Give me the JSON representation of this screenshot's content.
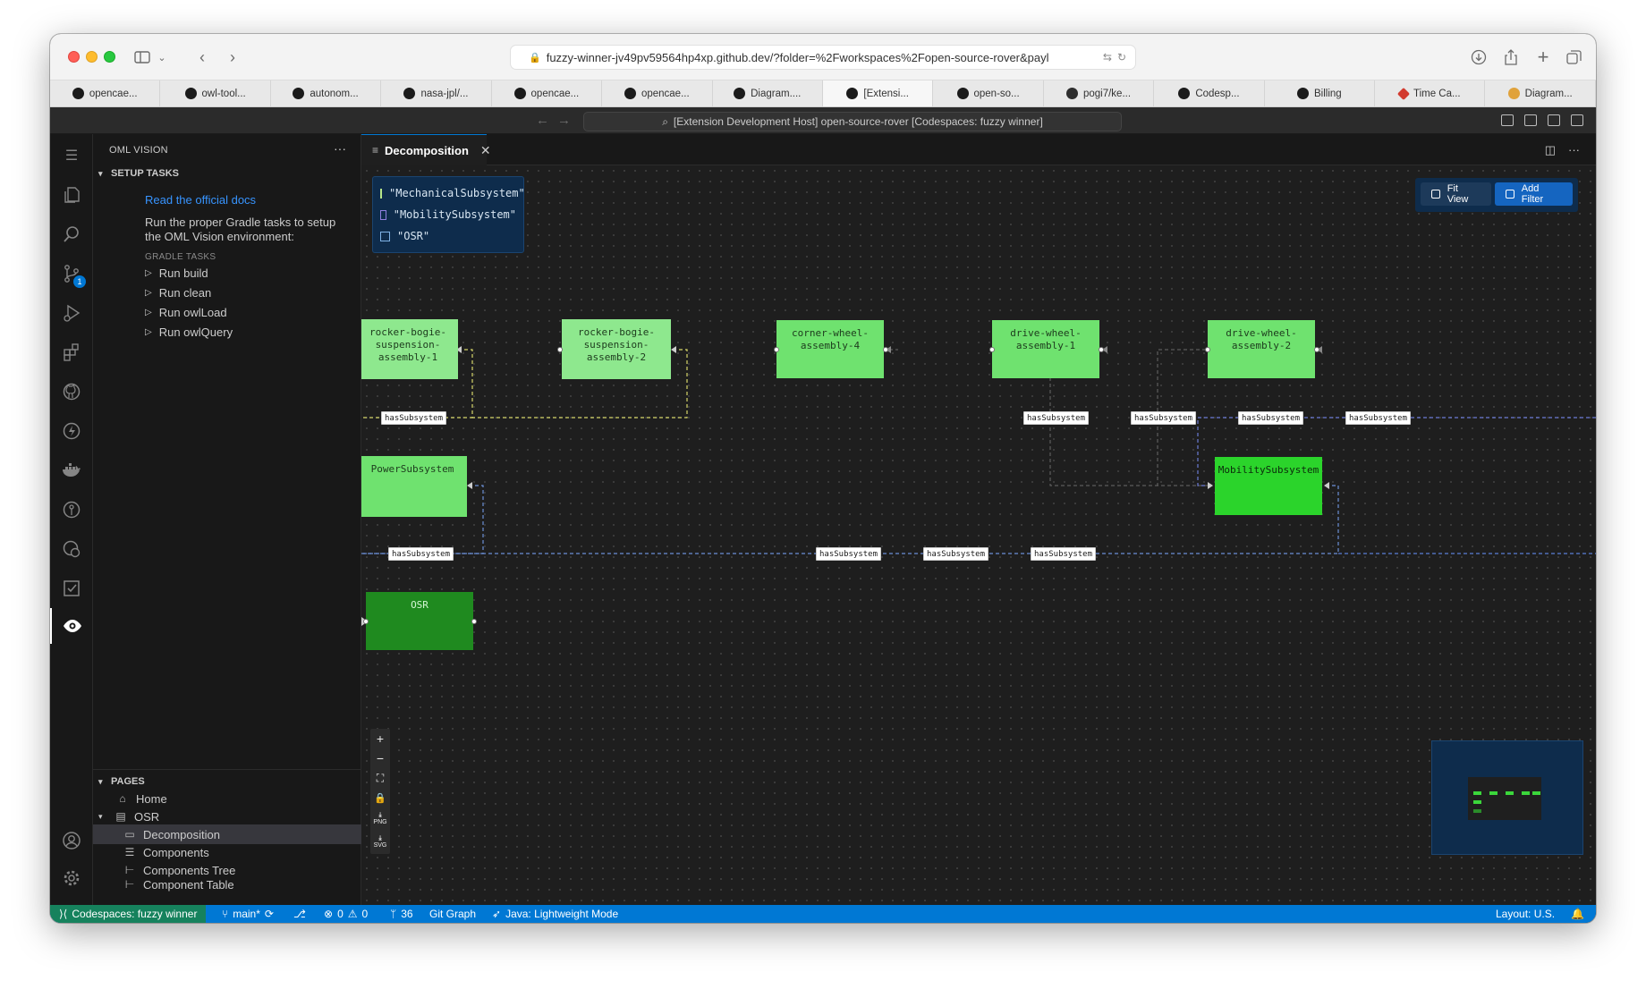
{
  "browser": {
    "url": "fuzzy-winner-jv49pv59564hp4xp.github.dev/?folder=%2Fworkspaces%2Fopen-source-rover&payl",
    "tabs": [
      {
        "label": "opencae...",
        "icon": "github"
      },
      {
        "label": "owl-tool...",
        "icon": "github"
      },
      {
        "label": "autonom...",
        "icon": "github"
      },
      {
        "label": "nasa-jpl/...",
        "icon": "github"
      },
      {
        "label": "opencae...",
        "icon": "github"
      },
      {
        "label": "opencae...",
        "icon": "github"
      },
      {
        "label": "Diagram....",
        "icon": "github"
      },
      {
        "label": "[Extensi...",
        "icon": "github",
        "active": true
      },
      {
        "label": "open-so...",
        "icon": "github"
      },
      {
        "label": "pogi7/ke...",
        "icon": "codespaces"
      },
      {
        "label": "Codesp...",
        "icon": "github"
      },
      {
        "label": "Billing",
        "icon": "github"
      },
      {
        "label": "Time Ca...",
        "icon": "red-diamond"
      },
      {
        "label": "Diagram...",
        "icon": "eye"
      }
    ]
  },
  "vscode": {
    "command_center": "[Extension Development Host] open-source-rover [Codespaces: fuzzy winner]",
    "activity_badge": "1"
  },
  "sidebar": {
    "title": "OML VISION",
    "setup_tasks_label": "SETUP TASKS",
    "docs_link": "Read the official docs",
    "setup_text": "Run the proper Gradle tasks to setup the OML Vision environment:",
    "gradle_label": "GRADLE TASKS",
    "tasks": [
      "Run build",
      "Run clean",
      "Run owlLoad",
      "Run owlQuery"
    ],
    "pages_label": "PAGES",
    "pages": {
      "home": "Home",
      "osr": "OSR",
      "decomposition": "Decomposition",
      "components": "Components",
      "components_tree": "Components Tree",
      "component_table": "Component Table"
    }
  },
  "editor": {
    "tab_label": "Decomposition",
    "legend": [
      {
        "label": "\"MechanicalSubsystem\"",
        "color": "#b7e68a"
      },
      {
        "label": "\"MobilitySubsystem\"",
        "color": "#8f7fe0"
      },
      {
        "label": "\"OSR\"",
        "color": "#7fb2e6"
      }
    ],
    "controls": {
      "fit_view": "Fit View",
      "add_filter": "Add Filter"
    },
    "nodes": {
      "rb1": "rocker-bogie-\nsuspension-\nassembly-1",
      "rb2": "rocker-bogie-\nsuspension-\nassembly-2",
      "cw4": "corner-wheel-\nassembly-4",
      "dw1": "drive-wheel-\nassembly-1",
      "dw2": "drive-wheel-\nassembly-2",
      "power": "PowerSubsystem",
      "mobility": "MobilitySubsystem",
      "osr": "OSR"
    },
    "edge_label": "hasSubsystem",
    "zoom": {
      "png": "PNG",
      "svg": "SVG"
    }
  },
  "statusbar": {
    "remote": "Codespaces: fuzzy winner",
    "branch": "main*",
    "errors": "0",
    "warnings": "0",
    "ports": "36",
    "git_graph": "Git Graph",
    "java": "Java: Lightweight Mode",
    "layout": "Layout: U.S."
  },
  "colors": {
    "node_light": "#8ee88e",
    "node_bright": "#2bd42b",
    "node_power": "#6fe26f",
    "node_osr": "#1f8a1f",
    "accent": "#0078d4"
  }
}
